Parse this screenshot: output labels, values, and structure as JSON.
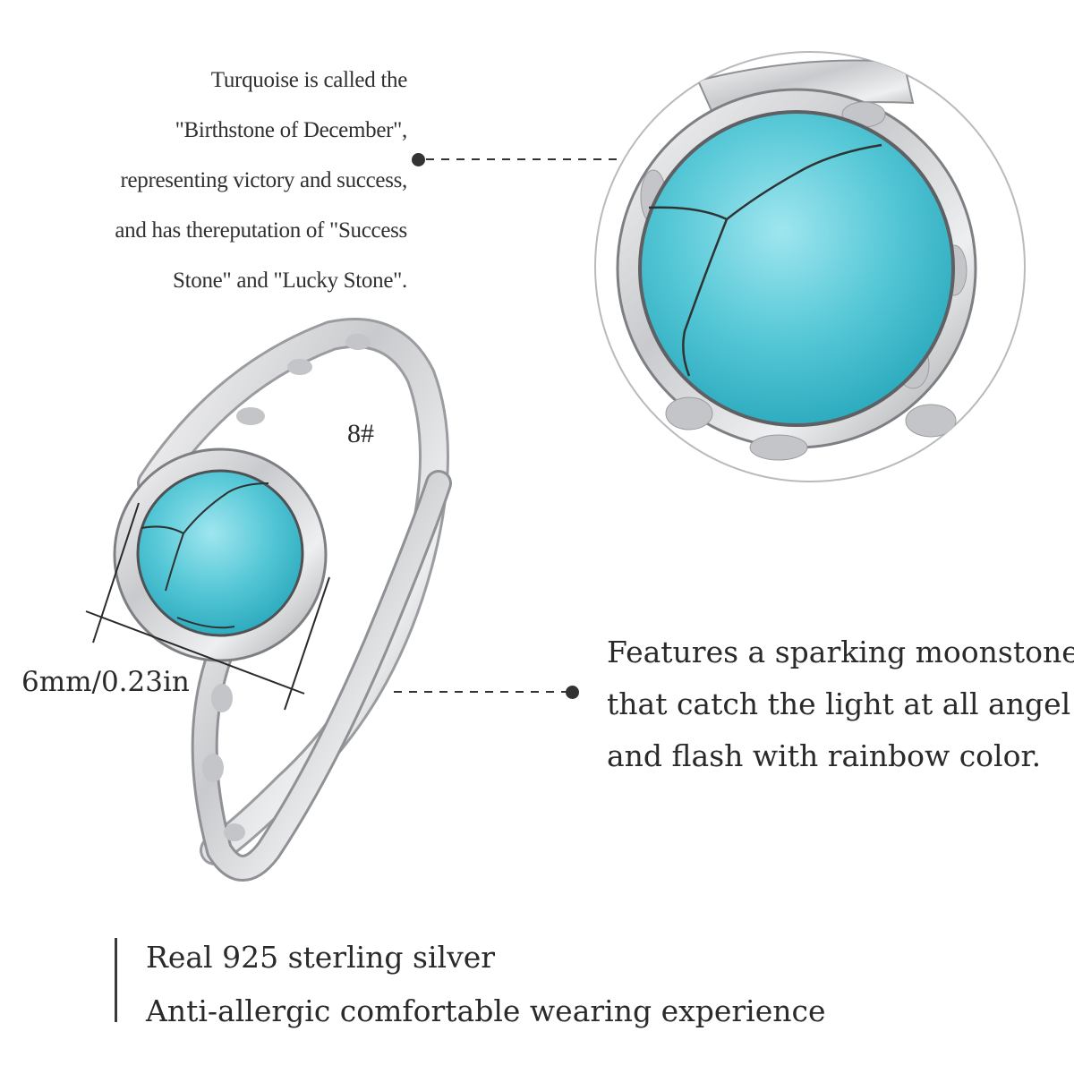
{
  "intro_text": {
    "line1": "Turquoise is called the",
    "line2": "\"Birthstone of December\",",
    "line3": "representing victory and success,",
    "line4": "and has thereputation of \"Success",
    "line5": "Stone\" and \"Lucky Stone\"."
  },
  "feature_text": {
    "line1": "Features a sparking moonstone",
    "line2": "that catch the light at all angel",
    "line3": "and flash with rainbow color."
  },
  "dimension": {
    "size_label": "6mm/0.23in",
    "ring_size": "8#"
  },
  "highlights": {
    "line1": "Real 925 sterling silver",
    "line2": "Anti-allergic comfortable wearing experience"
  },
  "colors": {
    "turquoise": "#4fc6d4",
    "silver": "#d9dadc",
    "text": "#2a2a2a"
  }
}
